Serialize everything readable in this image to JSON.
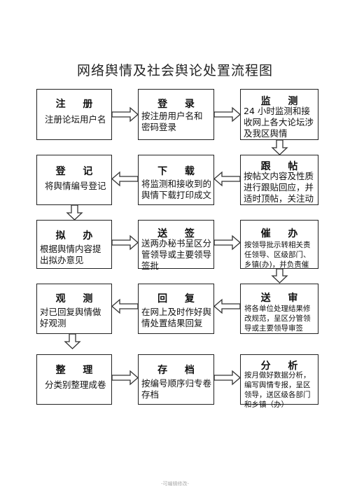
{
  "title": "网络舆情及社会舆论处置流程图",
  "steps": {
    "register_account": {
      "head": "注 册",
      "text": "注册论坛用户名"
    },
    "login": {
      "head": "登 录",
      "text": "按注册用户名和密码登录"
    },
    "monitor": {
      "head": "监 测",
      "text": "24 小时监测和接收网上各大论坛涉及我区舆情"
    },
    "follow_post": {
      "head": "跟 帖",
      "text": "按帖文内容及性质进行跟贴回应，并适时顶帖，关注动"
    },
    "download": {
      "head": "下 载",
      "text": "将监测和接收到的舆情下载打印成文"
    },
    "record": {
      "head": "登 记",
      "text": "将舆情编号登记"
    },
    "draft": {
      "head": "拟 办",
      "text": "根据舆情内容提出拟办意见"
    },
    "submit_approval": {
      "head": "送 签",
      "text": "送两办秘书呈区分管领导或主要领导签批"
    },
    "urge": {
      "head": "催 办",
      "text": "按领导批示转相关责任领导、区级部门、乡镇(办)，并负责催"
    },
    "submit_review": {
      "head": "送 审",
      "text": "将各单位处理结果修改规范，呈区分管领导或主要领导审签"
    },
    "reply": {
      "head": "回 复",
      "text": "在网上及时作好舆情处置结果回复"
    },
    "observe": {
      "head": "观 测",
      "text": "对已回复舆情做好观测"
    },
    "organize": {
      "head": "整 理",
      "text": "分类别整理成卷"
    },
    "archive": {
      "head": "存 档",
      "text": "按编号顺序归专卷存档"
    },
    "analyze": {
      "head": "分 析",
      "text": "按月做好数据分析，编写舆情专报，呈区领导，送区级各部门和乡镇（办）"
    }
  },
  "footer": "-可编辑修改-"
}
